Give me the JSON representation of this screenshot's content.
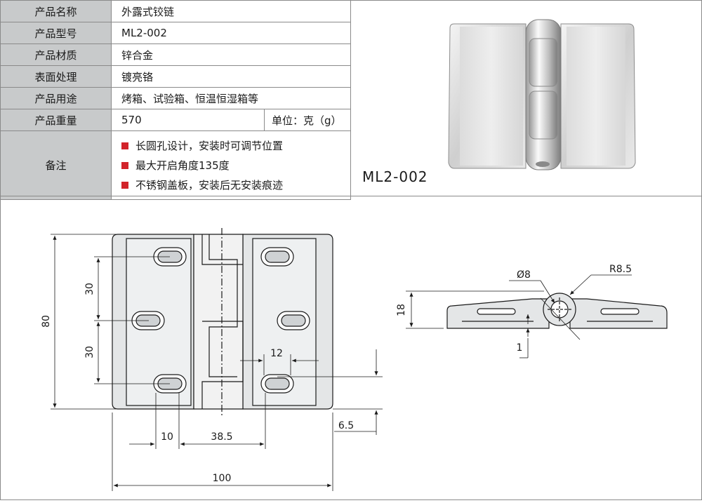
{
  "spec": {
    "rows": [
      {
        "label": "产品名称",
        "value": "外露式铰链"
      },
      {
        "label": "产品型号",
        "value": "ML2-002"
      },
      {
        "label": "产品材质",
        "value": "锌合金"
      },
      {
        "label": "表面处理",
        "value": "镀亮铬"
      },
      {
        "label": "产品用途",
        "value": "烤箱、试验箱、恒温恒湿箱等"
      },
      {
        "label": "产品重量",
        "value": "570",
        "unit": "单位：克（g）"
      }
    ],
    "notes_label": "备注",
    "notes": [
      "长圆孔设计，安装时可调节位置",
      "最大开启角度135度",
      "不锈钢盖板，安装后无安装痕迹"
    ]
  },
  "photo": {
    "model": "ML2-002"
  },
  "drawing": {
    "front": {
      "height": "80",
      "spacing_top": "30",
      "spacing_bottom": "30",
      "width": "100",
      "left_offset": "10",
      "span": "38.5",
      "slot": "12",
      "bottom_offset": "6.5"
    },
    "side": {
      "pin": "Ø8",
      "radius": "R8.5",
      "thickness": "18",
      "gap": "1"
    }
  },
  "colors": {
    "label_bg": "#c8cacb",
    "bullet": "#d2232a",
    "line": "#1a1a1a"
  }
}
